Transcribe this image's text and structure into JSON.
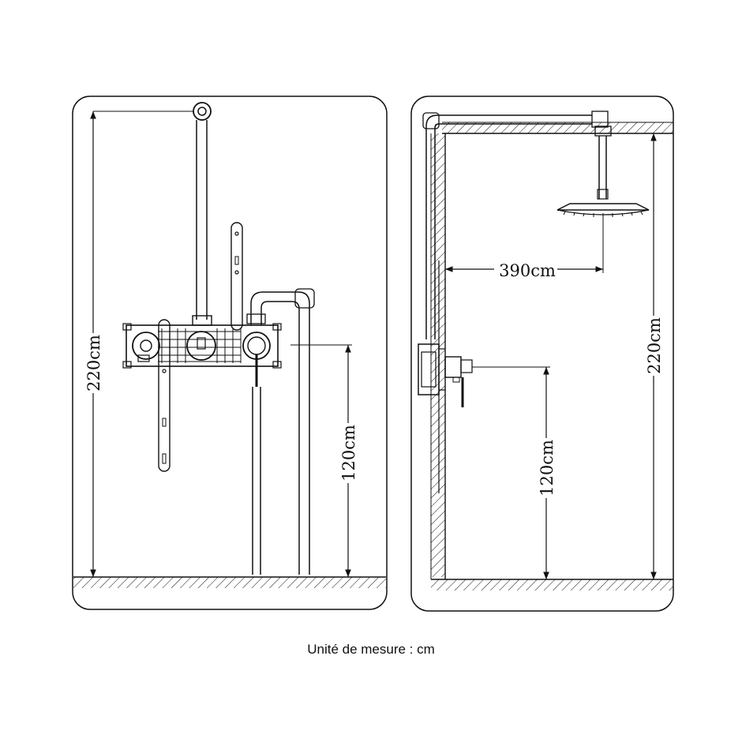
{
  "front_view": {
    "total_height_label": "220cm",
    "mixer_height_label": "120cm"
  },
  "side_view": {
    "arm_length_label": "390cm",
    "total_height_label": "220cm",
    "mixer_height_label": "120cm"
  },
  "caption": "Unité de mesure : cm",
  "colors": {
    "line": "#111111",
    "background": "#ffffff"
  }
}
